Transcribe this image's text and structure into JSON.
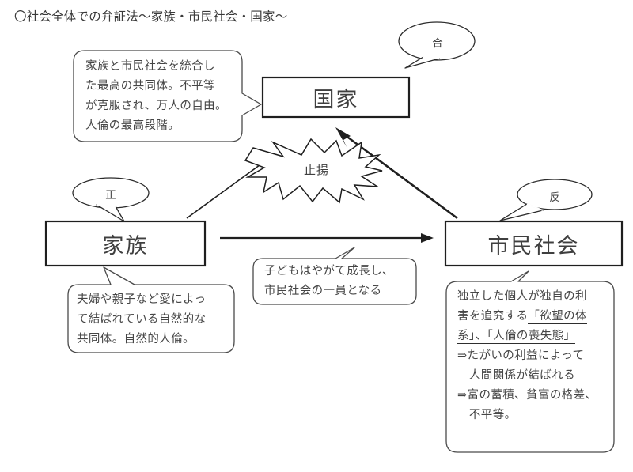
{
  "page": {
    "title": "〇社会全体での弁証法～家族・市民社会・国家～"
  },
  "nodes": [
    {
      "id": "kokka",
      "label": "国家"
    },
    {
      "id": "kazoku",
      "label": "家族"
    },
    {
      "id": "shimin",
      "label": "市民社会"
    }
  ],
  "tags": [
    {
      "id": "go",
      "label": "合"
    },
    {
      "id": "sei",
      "label": "正"
    },
    {
      "id": "han",
      "label": "反"
    }
  ],
  "burst": {
    "label": "止揚"
  },
  "callouts": {
    "kokka": {
      "lines": [
        "家族と市民社会を統合し",
        "た最高の共同体。不平等",
        "が克服され、万人の自由。",
        "人倫の最高段階。"
      ]
    },
    "kazoku": {
      "lines": [
        "夫婦や親子など愛によっ",
        "て結ばれている自然的な",
        "共同体。自然的人倫。"
      ]
    },
    "middle": {
      "lines": [
        "子どもはやがて成長し、",
        "市民社会の一員となる"
      ]
    },
    "shimin": {
      "line1": "独立した個人が独自の利",
      "line2_plain": "害を追究する",
      "line2_underlined": "「欲望の体",
      "line3_underlined": "系」、「人倫の喪失態」",
      "line4": "⇒たがいの利益によって",
      "line5": "　人間関係が結ばれる",
      "line6": "⇒富の蓄積、貧富の格差、",
      "line7": "　不平等。"
    }
  },
  "colors": {
    "stroke": "#1f1f1f",
    "callout_stroke": "#4a4a4a",
    "text": "#3f3f3f",
    "background": "#ffffff"
  }
}
